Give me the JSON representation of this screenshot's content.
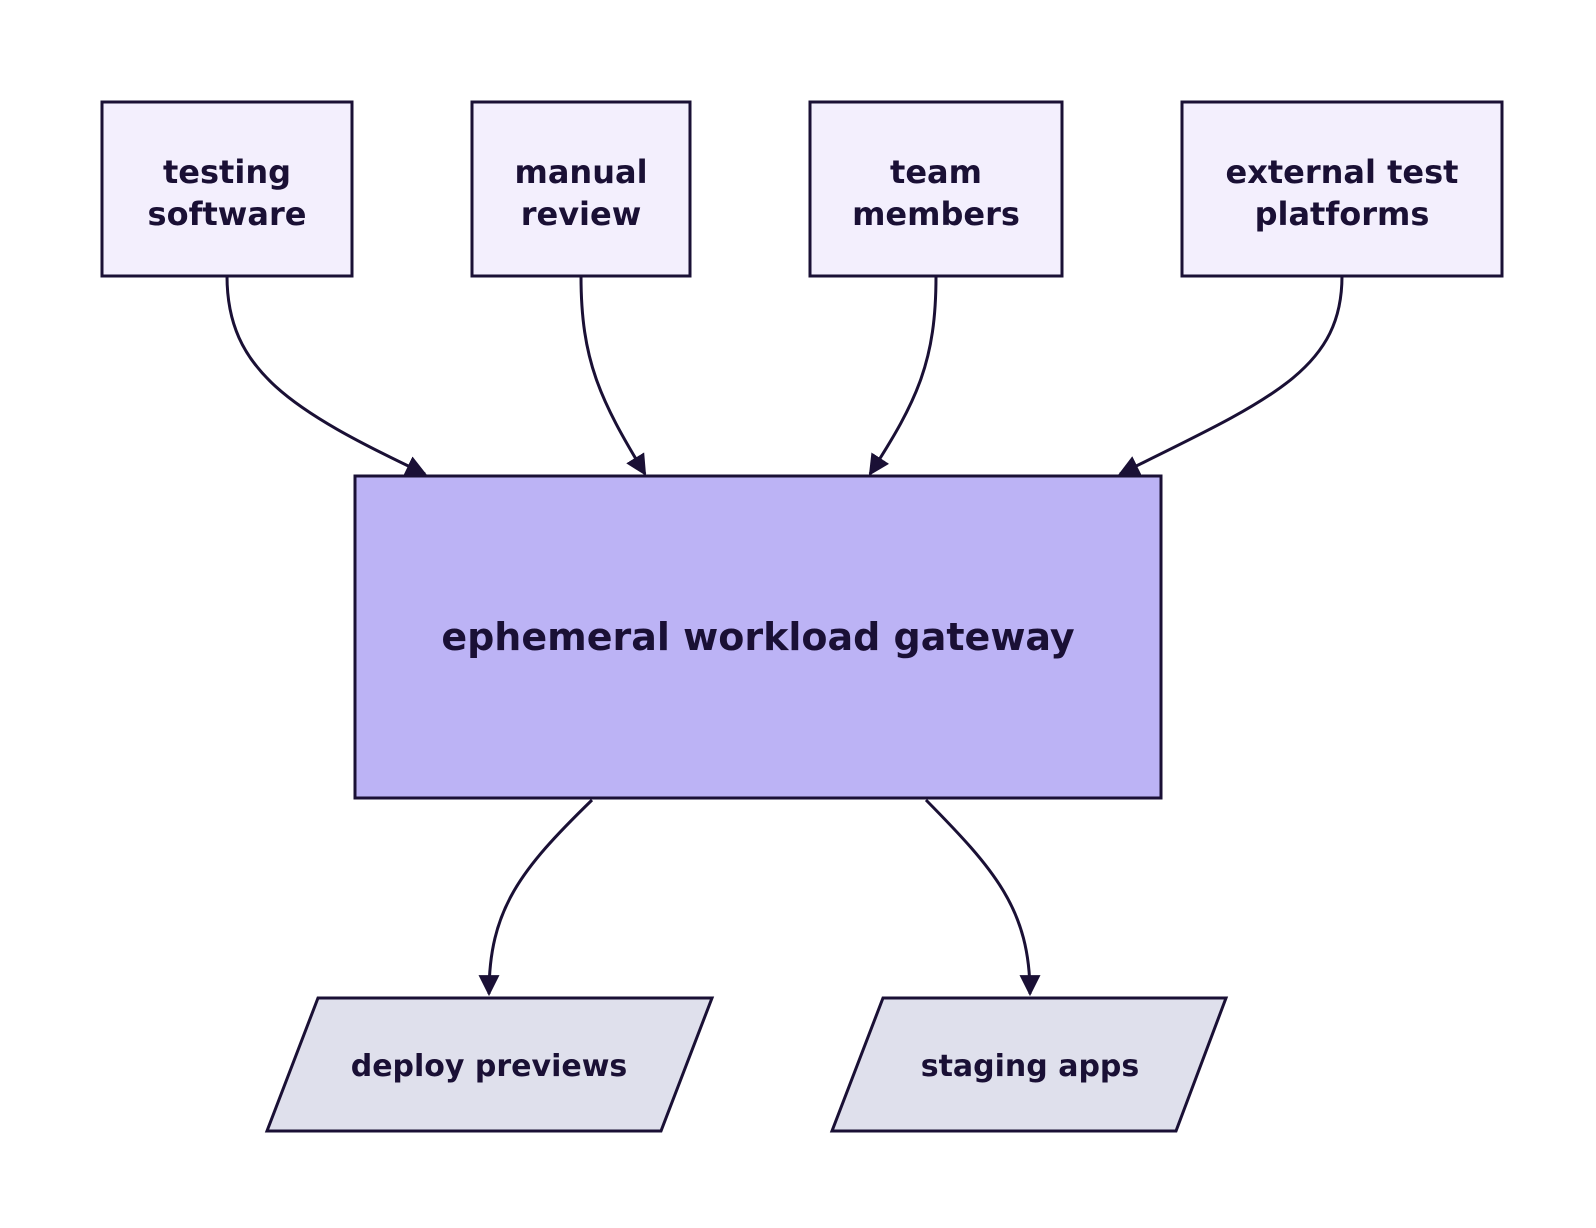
{
  "colors": {
    "stroke": "#1a1035",
    "source_fill": "#f3effd",
    "gateway_fill": "#bcb3f5",
    "output_fill": "#dfe0ec"
  },
  "sources": [
    {
      "line1": "testing",
      "line2": "software"
    },
    {
      "line1": "manual",
      "line2": "review"
    },
    {
      "line1": "team",
      "line2": "members"
    },
    {
      "line1": "external test",
      "line2": "platforms"
    }
  ],
  "gateway": {
    "label": "ephemeral workload gateway"
  },
  "outputs": [
    {
      "label": "deploy previews"
    },
    {
      "label": "staging apps"
    }
  ]
}
